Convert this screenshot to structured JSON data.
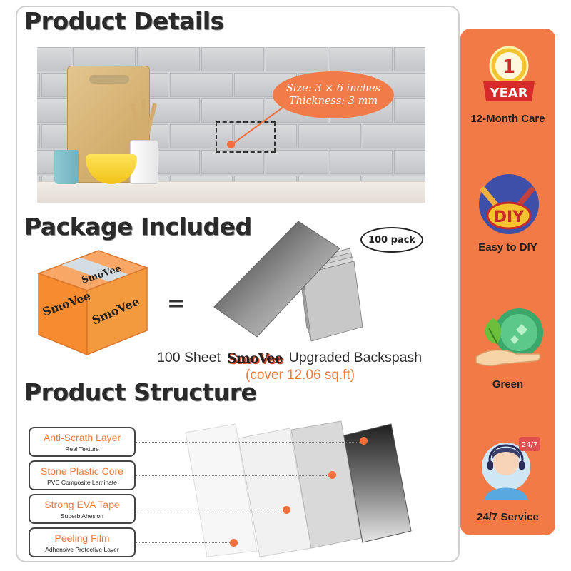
{
  "sections": {
    "product_details": "Product  Details",
    "package_included": "Package Included",
    "product_structure": "Product Structure"
  },
  "callout": {
    "size": "Size: 3 × 6 inches",
    "thickness": "Thickness: 3 mm"
  },
  "package": {
    "pack_badge": "100 pack",
    "equals": "=",
    "line_prefix": "100 Sheet",
    "brand": "SmoVee",
    "line_suffix": "Upgraded Backspash",
    "coverage": "(cover 12.06 sq.ft)"
  },
  "layers": [
    {
      "title": "Anti-Scrath Layer",
      "sub": "Real Texture"
    },
    {
      "title": "Stone Plastic Core",
      "sub": "PVC Composite Laminate"
    },
    {
      "title": "Strong EVA Tape",
      "sub": "Superb Ahesion"
    },
    {
      "title": "Peeling Film",
      "sub": "Adhensive Protective Layer"
    }
  ],
  "features": {
    "warranty_number": "1",
    "warranty_word": "YEAR",
    "warranty_label": "12-Month Care",
    "diy_badge": "DIY",
    "diy_label": "Easy to DIY",
    "green_label": "Green",
    "service_badge": "24/7",
    "service_label": "24/7 Service"
  },
  "colors": {
    "accent": "#f27a46",
    "callout": "#f27b4a",
    "text_orange": "#ee7a3c"
  }
}
